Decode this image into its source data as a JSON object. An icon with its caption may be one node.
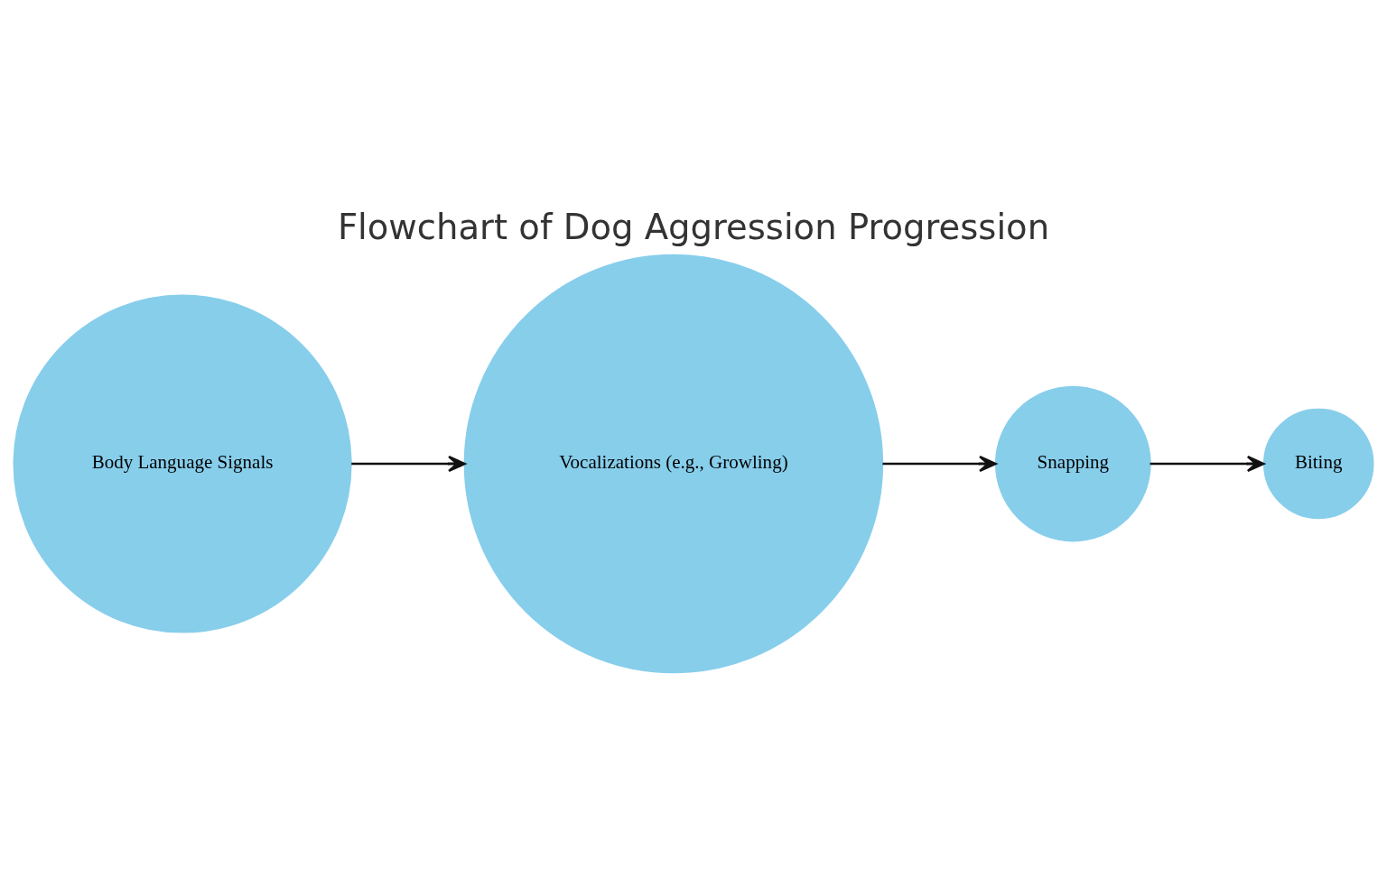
{
  "diagram": {
    "title": "Flowchart of Dog Aggression Progression",
    "nodes": [
      {
        "text": [
          "Body Language Signals"
        ]
      },
      {
        "text": [
          "Vocalizations (e.g., Growling)"
        ]
      },
      {
        "text": [
          "Snapping"
        ]
      },
      {
        "text": [
          "Biting"
        ]
      }
    ],
    "edges": [
      {
        "from": 0,
        "to": 1,
        "arrow": "to"
      },
      {
        "from": 1,
        "to": 2,
        "arrow": "to"
      },
      {
        "from": 2,
        "to": 3,
        "arrow": "to"
      }
    ]
  }
}
